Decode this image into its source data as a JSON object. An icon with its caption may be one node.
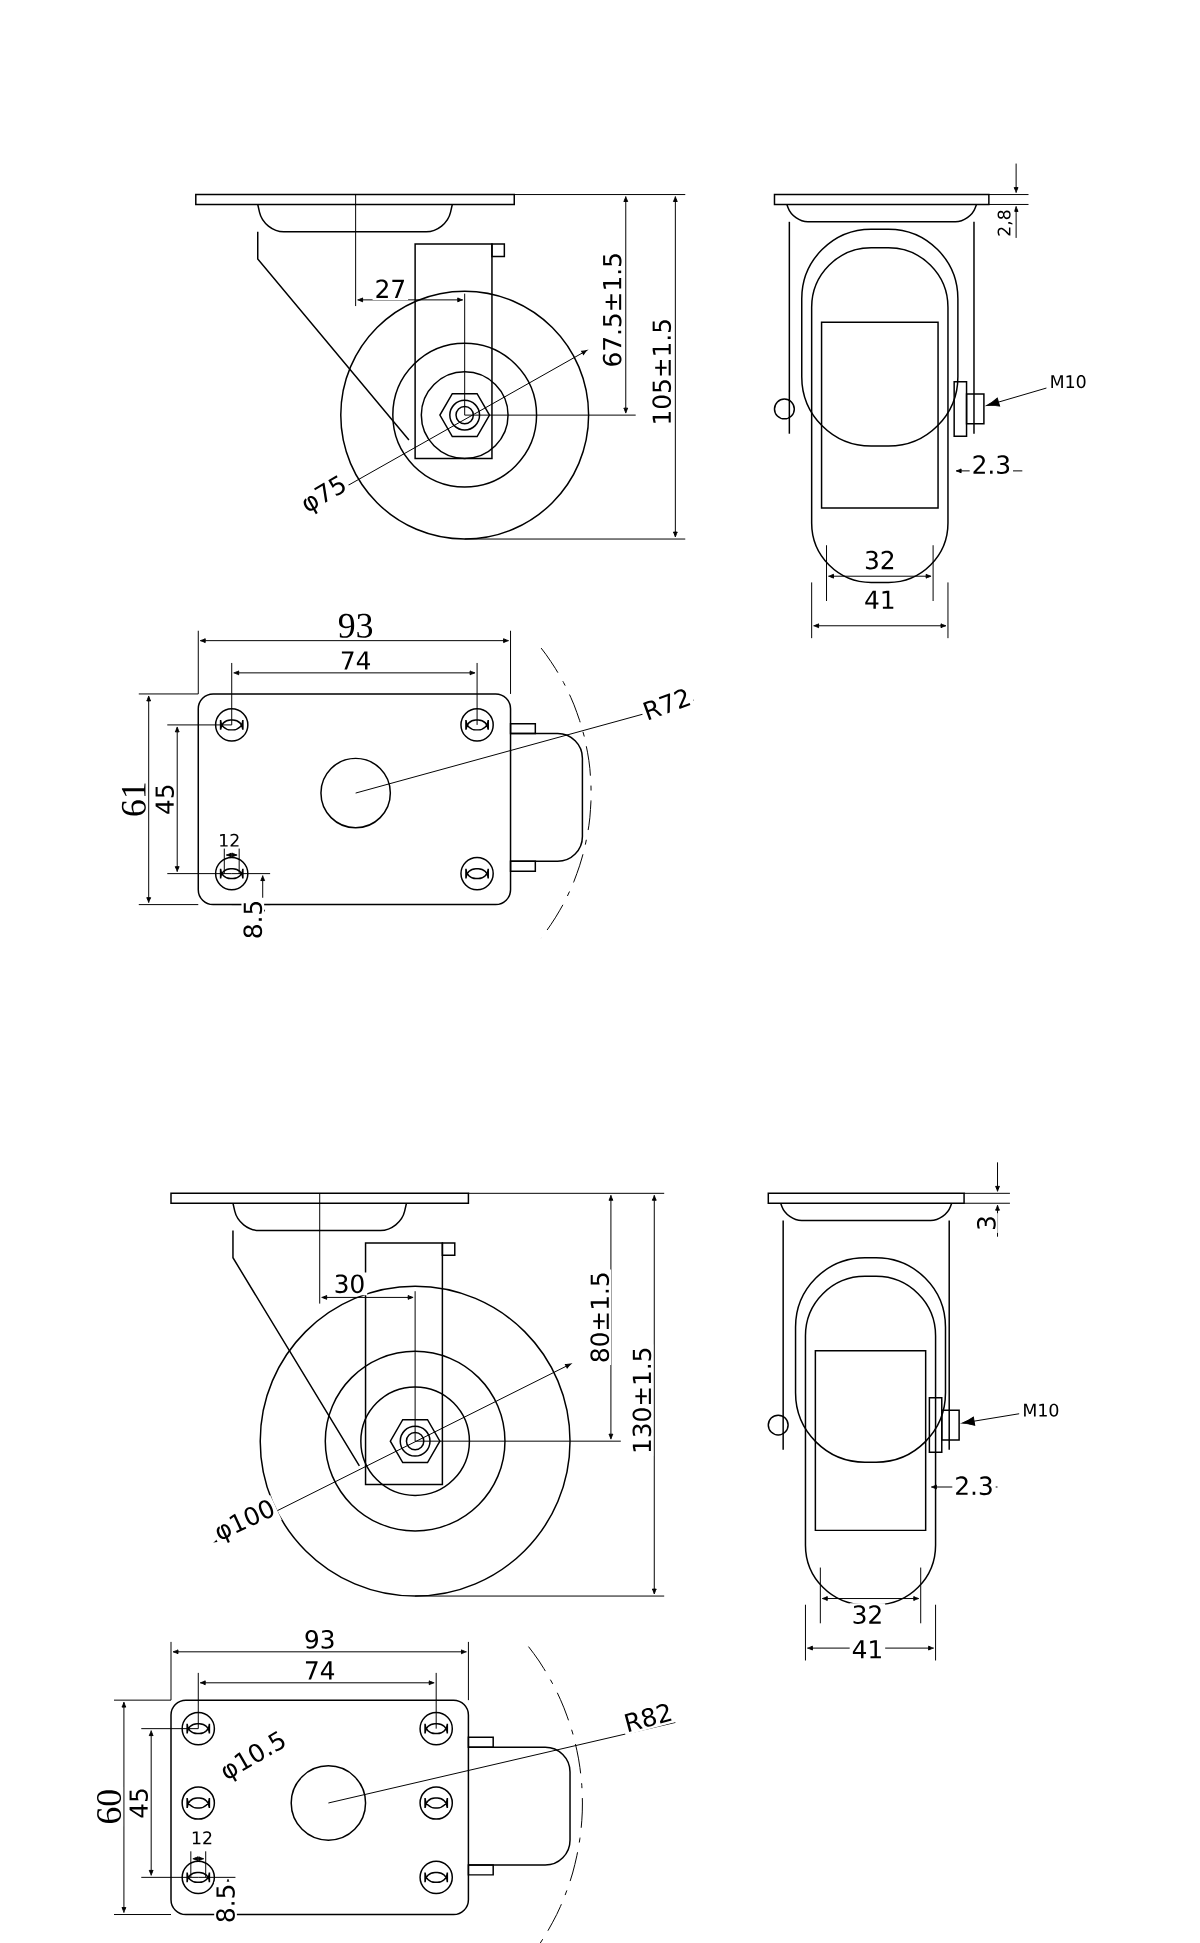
{
  "diagram": {
    "nodes": [
      {
        "text": [
          "M10"
        ]
      },
      {
        "text": [],
        "shape": "box"
      },
      {
        "text": [
          "M10"
        ]
      },
      {
        "text": [],
        "shape": "box"
      }
    ],
    "edges": [
      {
        "from": 0,
        "to": 1,
        "arrow": "to"
      },
      {
        "from": 2,
        "to": 3,
        "arrow": "to"
      }
    ],
    "labels": [
      "27",
      "67.5±1.5",
      "105±1.5",
      "φ75",
      "2,8",
      "2.3",
      "32",
      "41",
      "93",
      "74",
      "R72",
      "61",
      "45",
      "12",
      "8.5",
      "30",
      "80±1.5",
      "130±1.5",
      "φ100",
      "3",
      "2.3",
      "32",
      "41",
      "93",
      "74",
      "R82",
      "φ10.5",
      "60",
      "45",
      "12",
      "8.5"
    ]
  }
}
